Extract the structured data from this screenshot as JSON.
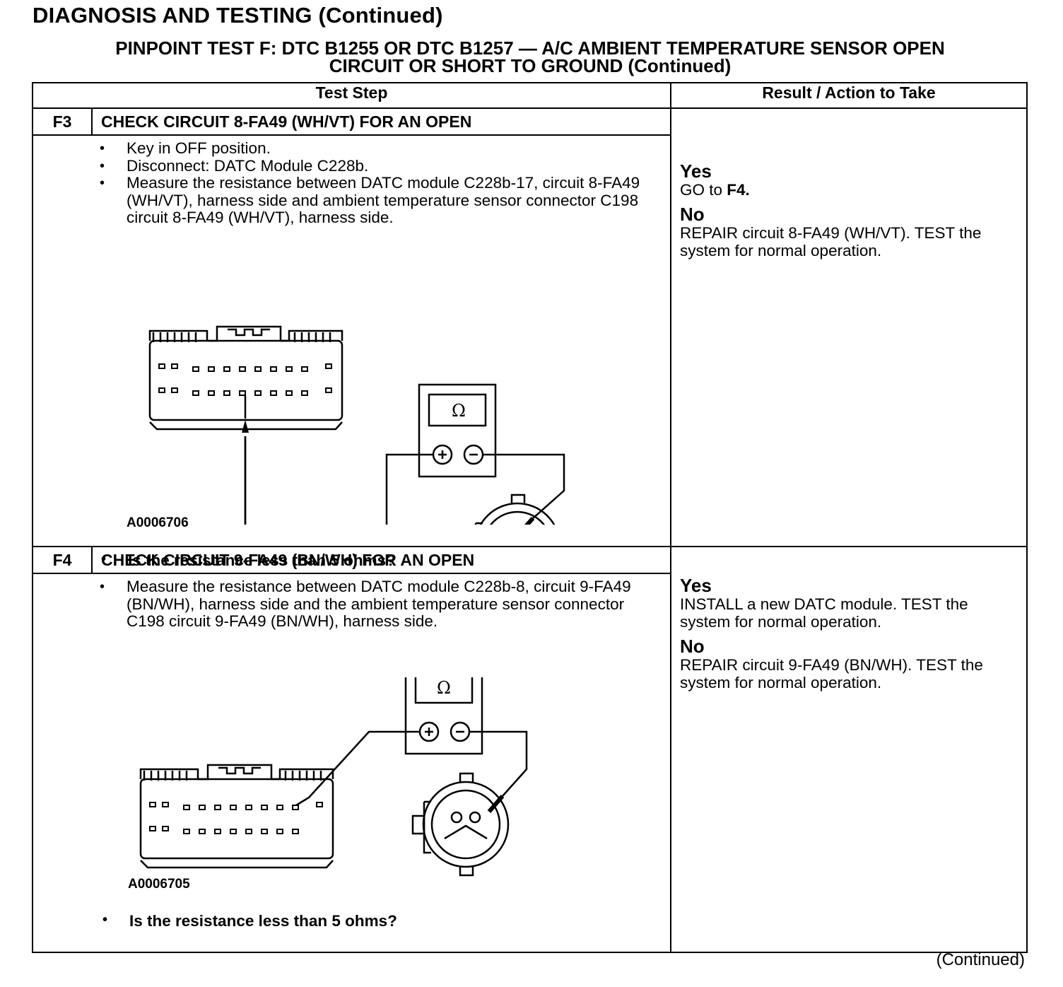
{
  "heading": "DIAGNOSIS AND TESTING (Continued)",
  "test_title": {
    "line1": "PINPOINT TEST  F: DTC B1255 OR DTC B1257 — A/C AMBIENT TEMPERATURE SENSOR OPEN",
    "line2": "CIRCUIT OR SHORT TO GROUND (Continued)"
  },
  "table": {
    "col_test_step": "Test Step",
    "col_result": "Result / Action to Take",
    "steps": [
      {
        "id": "F3",
        "title": "CHECK CIRCUIT 8-FA49 (WH/VT) FOR AN OPEN",
        "actions": [
          "Key in OFF position.",
          "Disconnect: DATC Module C228b.",
          "Measure the resistance between DATC module C228b-17, circuit 8-FA49 (WH/VT), harness side and ambient temperature sensor connector C198 circuit 8-FA49 (WH/VT), harness side."
        ],
        "figure_id": "A0006706",
        "meter_symbol": "Ω",
        "question": "Is the resistance less than 5 ohms?",
        "yes_label": "Yes",
        "yes_prefix": "GO to ",
        "yes_target": "F4.",
        "no_label": "No",
        "no_text": "REPAIR circuit 8-FA49 (WH/VT). TEST the system for normal operation."
      },
      {
        "id": "F4",
        "title": "CHECK CIRCUIT 9-FA49 (BN/WH) FOR AN OPEN",
        "actions": [
          "Measure the resistance between DATC module C228b-8, circuit 9-FA49 (BN/WH), harness side and the ambient temperature sensor connector C198 circuit 9-FA49 (BN/WH), harness side."
        ],
        "figure_id": "A0006705",
        "meter_symbol": "Ω",
        "question": "Is the resistance less than 5 ohms?",
        "yes_label": "Yes",
        "yes_text": "INSTALL a new DATC module. TEST the system for normal operation.",
        "no_label": "No",
        "no_text": "REPAIR circuit 9-FA49 (BN/WH). TEST the system for normal operation."
      }
    ]
  },
  "footer": "(Continued)"
}
